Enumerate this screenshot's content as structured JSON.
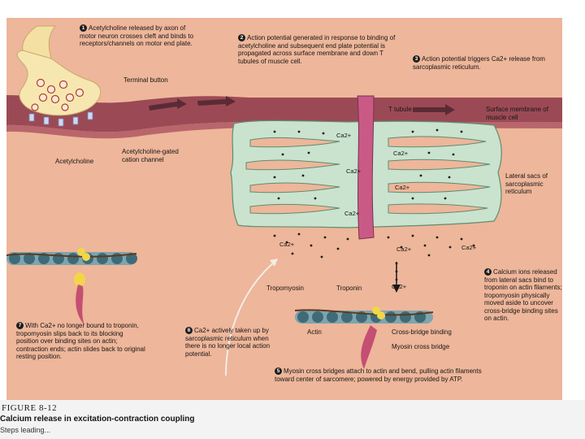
{
  "labels": {
    "step1": "Acetylcholine released by axon of motor neuron crosses cleft and binds to receptors/channels on motor end plate.",
    "step2": "Action potential generated in response to binding of acetylcholine and subsequent end plate potential is propagated across surface membrane and down T tubules of muscle cell.",
    "step3": "Action potential triggers Ca2+ release from sarcoplasmic reticulum.",
    "step4": "Calcium ions released from lateral sacs bind to troponin on actin filaments; tropomyosin physically moved aside to uncover cross-bridge binding sites on actin.",
    "step5": "Myosin cross bridges attach to actin and bend, pulling actin filaments toward center of sarcomere; powered by energy provided by ATP.",
    "step6": "Ca2+ actively taken up by sarcoplasmic reticulum when there is no longer local action potential.",
    "step7": "With Ca2+ no longer bound to troponin, tropomyosin slips back to its blocking position over binding sites on actin; contraction ends; actin slides back to original resting position.",
    "terminal_button": "Terminal button",
    "acetylcholine": "Acetylcholine",
    "ach_channel": "Acetylcholine-gated cation channel",
    "t_tubule": "T tubule",
    "surface_membrane": "Surface membrane of muscle cell",
    "lateral_sacs": "Lateral sacs of sarcoplasmic reticulum",
    "tropomyosin": "Tropomyosin",
    "troponin": "Troponin",
    "actin": "Actin",
    "cross_bridge_binding": "Cross-bridge binding",
    "myosin_cross_bridge": "Myosin cross bridge",
    "ca": "Ca2+"
  },
  "step_numbers": [
    "1",
    "2",
    "3",
    "4",
    "5",
    "6",
    "7"
  ],
  "caption": {
    "figure_number": "FIGURE 8-12",
    "title": "Calcium release in excitation-contraction coupling",
    "trailing": "Steps leading..."
  },
  "colors": {
    "background": "#eeb69a",
    "sarcolemma": "#9b4a55",
    "sarcoplasmic_reticulum": "#c9e3cf",
    "t_tubule": "#c95a86",
    "actin": "#7fa4ad",
    "myosin_head": "#c44f72",
    "troponin": "#f1d64a"
  }
}
